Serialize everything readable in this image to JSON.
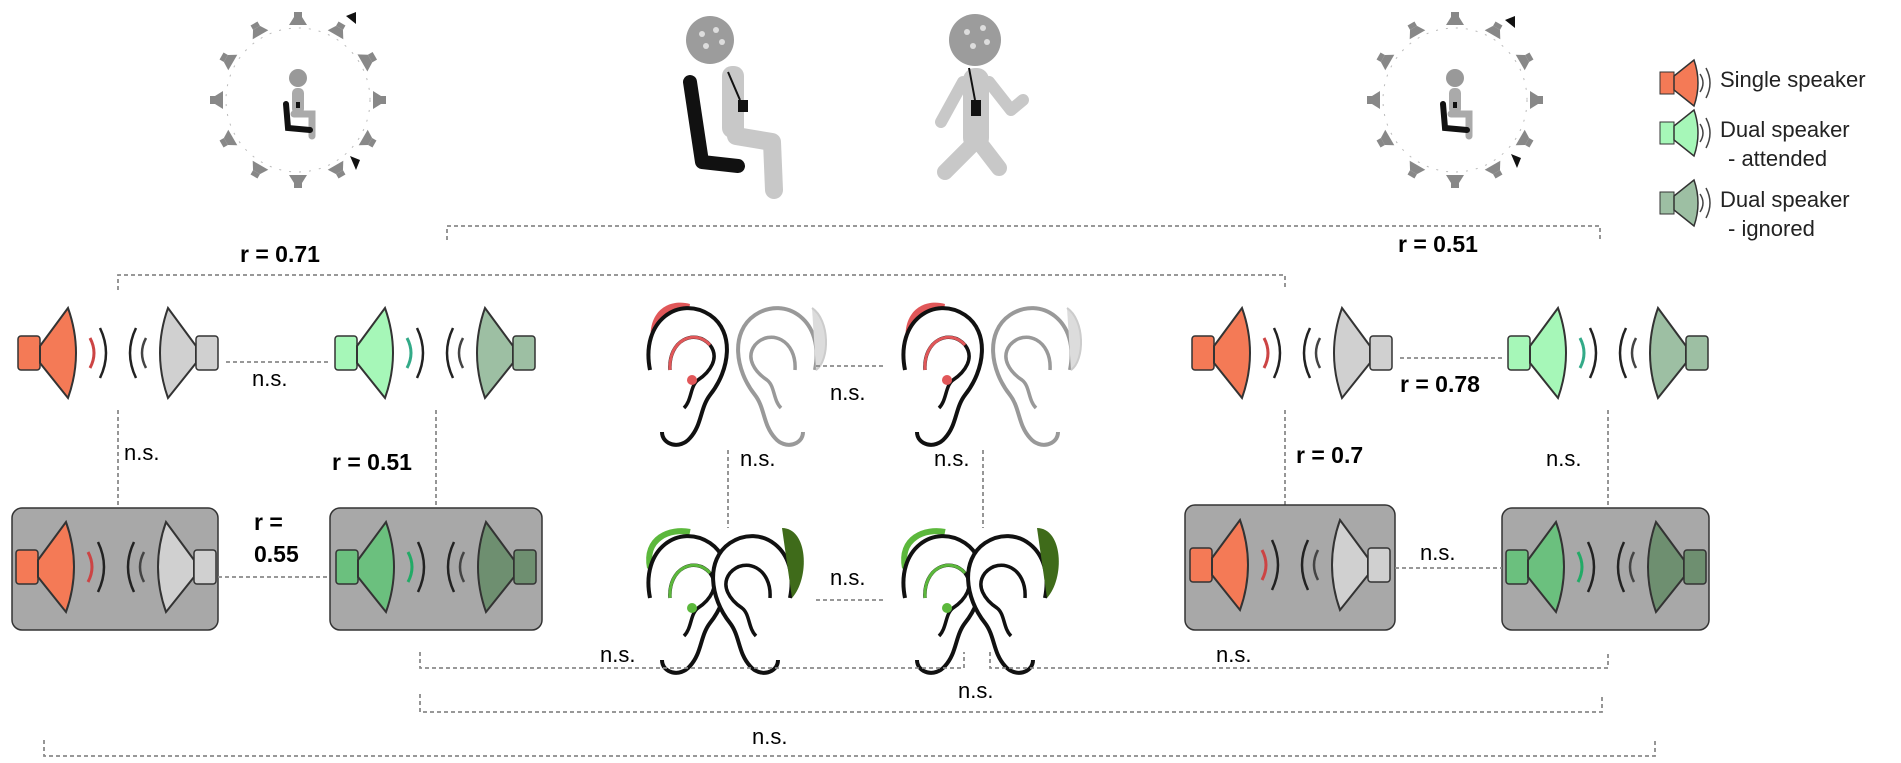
{
  "legend": [
    {
      "label": "Single speaker",
      "sublabel": ""
    },
    {
      "label": "Dual speaker",
      "sublabel": "- attended"
    },
    {
      "label": "Dual speaker",
      "sublabel": "- ignored"
    }
  ],
  "colors": {
    "single": "#f47a56",
    "attended": "#a6f7b8",
    "ignored": "#9dbfa3",
    "attended_dark": "#6bc07e",
    "ignored_dark": "#6e8f70",
    "grey_speaker": "#d0d0d0",
    "box_fill": "#a8a8a8",
    "ear_red": "#e15759",
    "ear_green": "#5cb83c",
    "ear_darkgreen": "#3f6b1a"
  },
  "icons": [
    "speaker-ring-icon",
    "seated-person-icon",
    "walking-person-icon",
    "ear-icon"
  ],
  "labels": {
    "r071": "r = 0.71",
    "r051_top": "r = 0.51",
    "ns_top_pair_left": "n.s.",
    "ns_left_vertical": "n.s.",
    "r051_left": "r = 0.51",
    "r055_line1": "r =",
    "r055_line2": "0.55",
    "ns_ears_top": "n.s.",
    "ns_ears_left": "n.s.",
    "ns_ears_right": "n.s.",
    "ns_ears_bottom": "n.s.",
    "r078": "r = 0.78",
    "r07": "r = 0.7",
    "ns_right_vertical": "n.s.",
    "ns_right_bottom_pair": "n.s.",
    "ns_bracket_left": "n.s.",
    "ns_bracket_right": "n.s.",
    "ns_bracket_mid": "n.s.",
    "ns_bracket_bottom": "n.s."
  }
}
